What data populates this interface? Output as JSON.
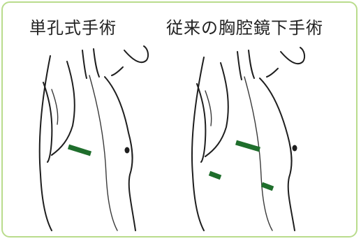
{
  "panels": [
    {
      "title": "単孔式手術",
      "incisions": 1
    },
    {
      "title": "従来の胸腔鏡下手術",
      "incisions": 3
    }
  ],
  "colors": {
    "frame_border": "#b9dc8c",
    "incision_mark": "#1f6e2c",
    "outline": "#1e1e1e"
  }
}
